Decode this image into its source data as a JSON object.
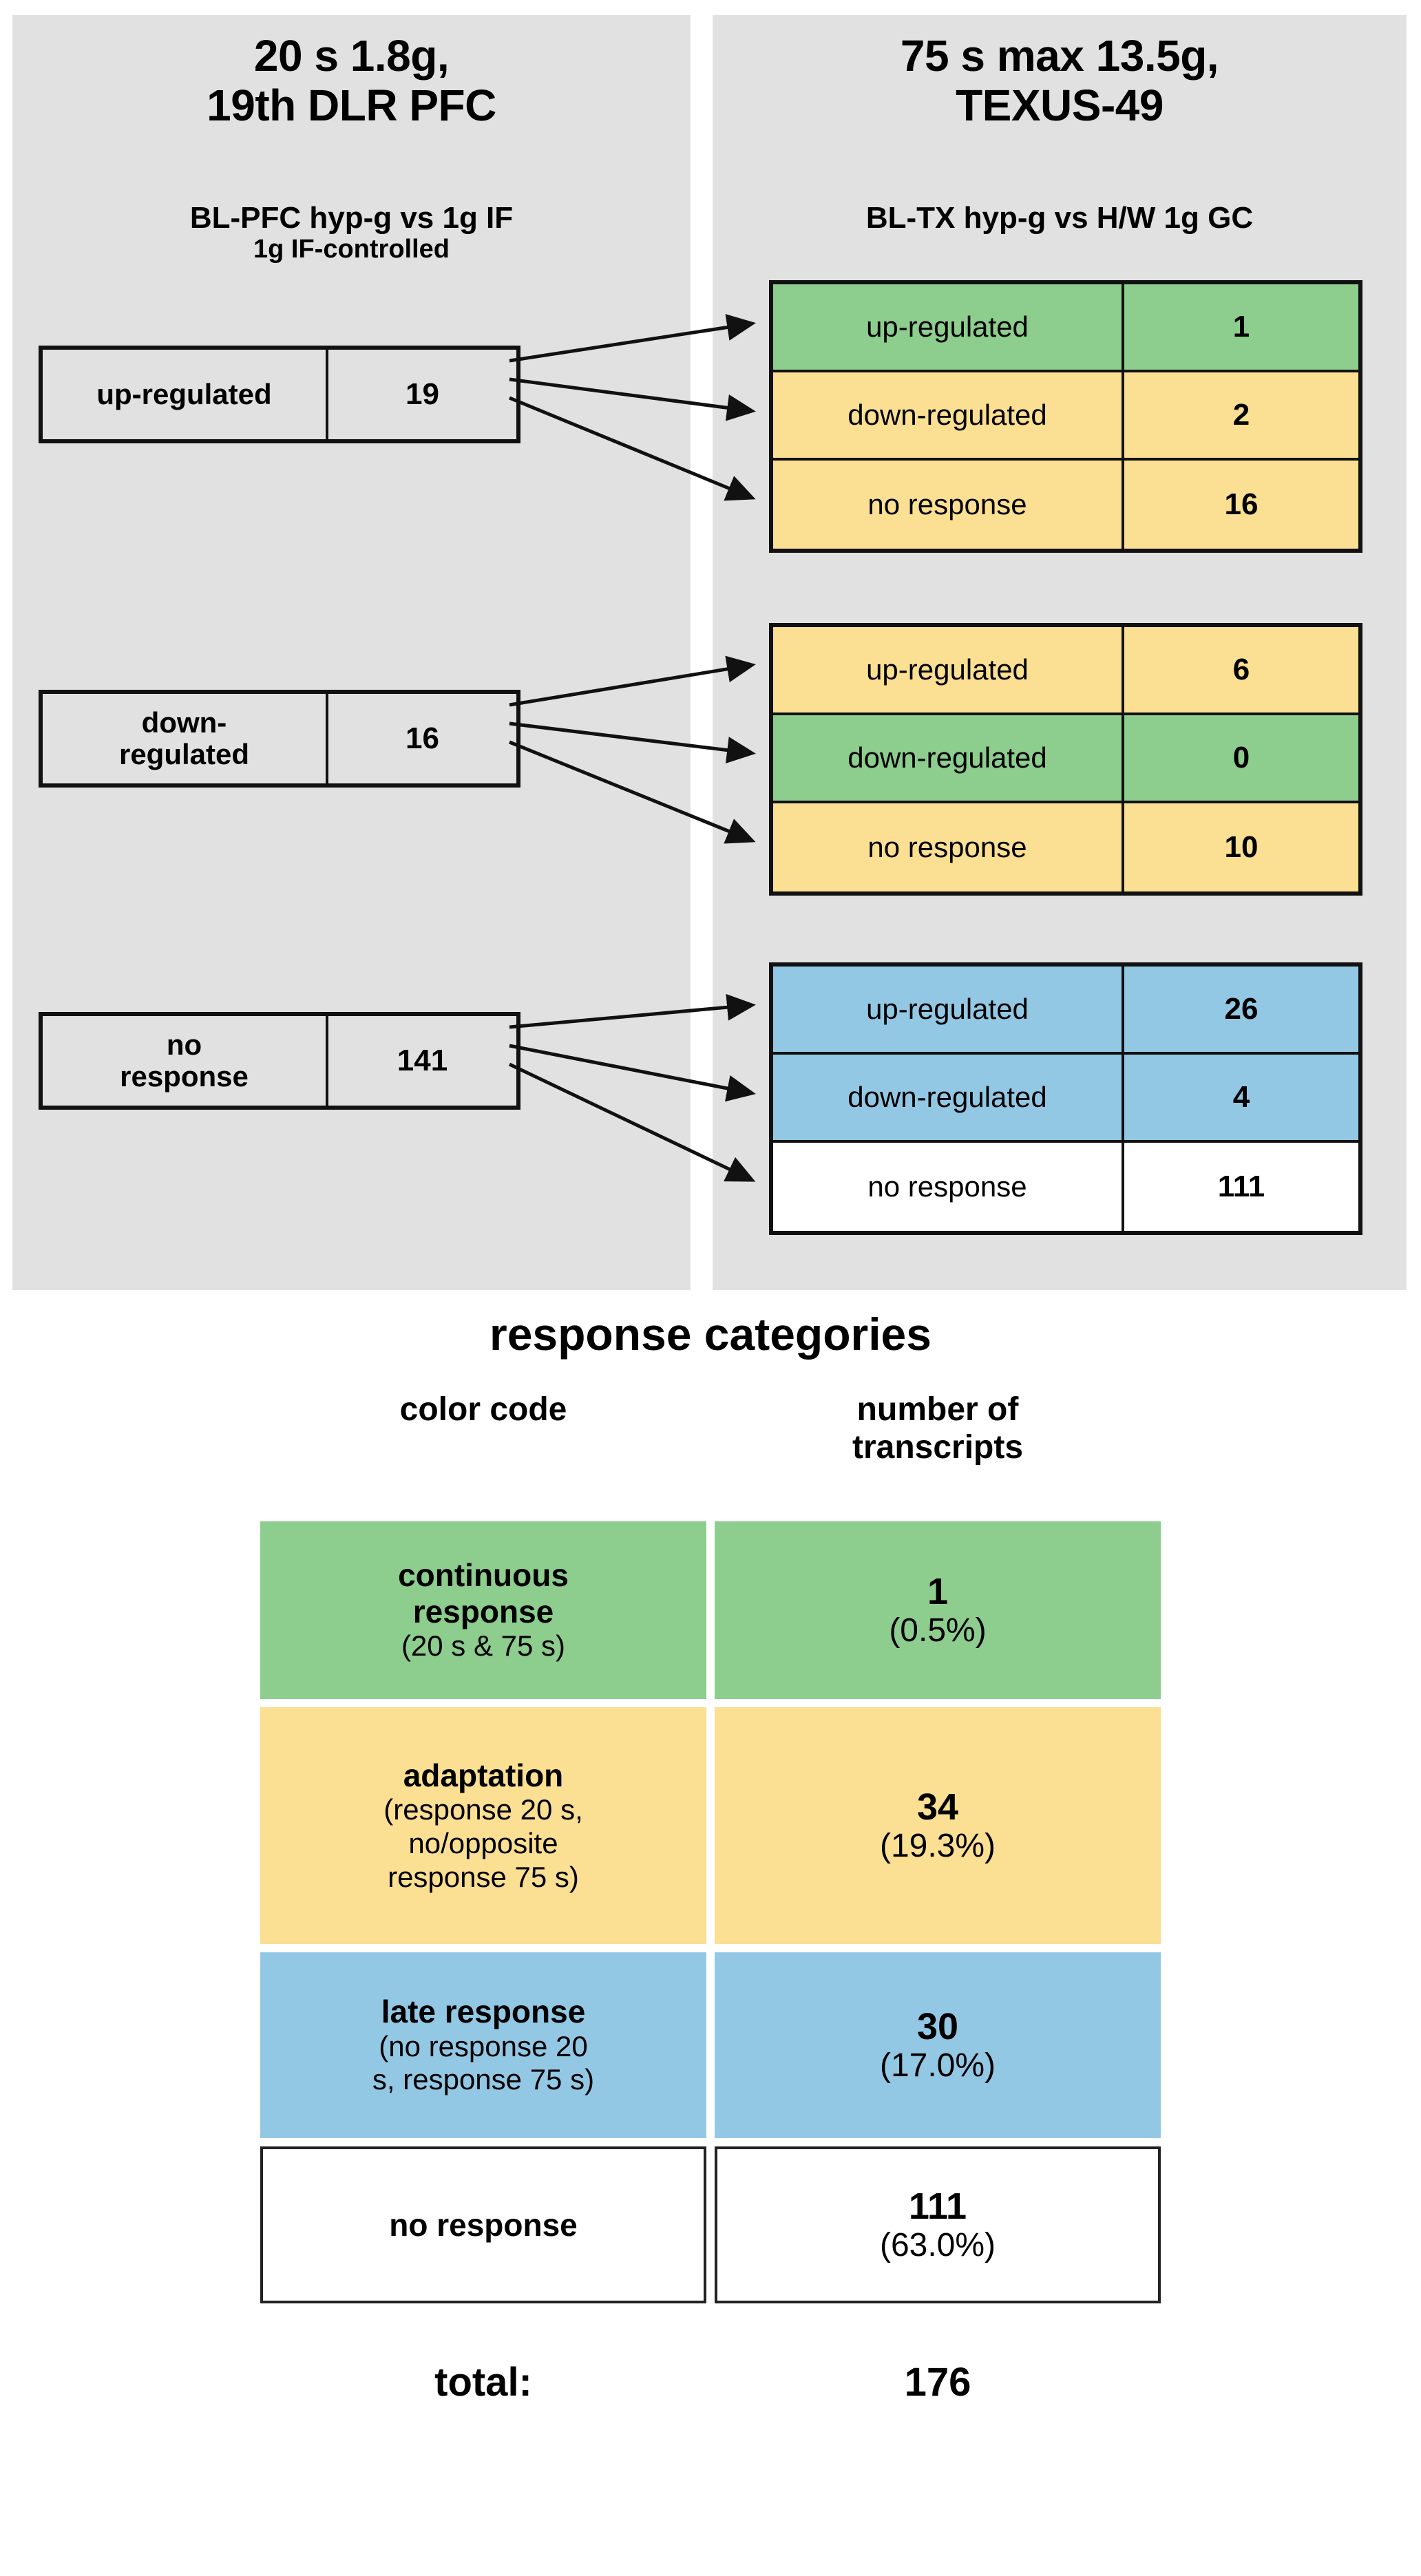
{
  "top": {
    "left_panel": {
      "title_line1": "20 s 1.8g,",
      "title_line2": "19th DLR PFC",
      "subtitle_line1": "BL-PFC hyp-g vs 1g IF",
      "subtitle_line2": "1g IF-controlled",
      "boxes": [
        {
          "label": "up-regulated",
          "count": "19"
        },
        {
          "label": "down-\nregulated",
          "count": "16"
        },
        {
          "label": "no\nresponse",
          "count": "141"
        }
      ]
    },
    "right_panel": {
      "title_line1": "75 s max 13.5g,",
      "title_line2": "TEXUS-49",
      "subtitle_line1": "BL-TX hyp-g vs H/W 1g GC",
      "groups": [
        {
          "rows": [
            {
              "label": "up-regulated",
              "value": "1",
              "color": "green"
            },
            {
              "label": "down-regulated",
              "value": "2",
              "color": "yellow"
            },
            {
              "label": "no response",
              "value": "16",
              "color": "yellow"
            }
          ]
        },
        {
          "rows": [
            {
              "label": "up-regulated",
              "value": "6",
              "color": "yellow"
            },
            {
              "label": "down-regulated",
              "value": "0",
              "color": "green"
            },
            {
              "label": "no response",
              "value": "10",
              "color": "yellow"
            }
          ]
        },
        {
          "rows": [
            {
              "label": "up-regulated",
              "value": "26",
              "color": "blue"
            },
            {
              "label": "down-regulated",
              "value": "4",
              "color": "blue"
            },
            {
              "label": "no response",
              "value": "111",
              "color": "white"
            }
          ]
        }
      ]
    }
  },
  "legend": {
    "title": "response categories",
    "header_color": "color code",
    "header_count_line1": "number of",
    "header_count_line2": "transcripts",
    "rows": [
      {
        "name": "continuous\nresponse",
        "desc": "(20 s & 75 s)",
        "number": "1",
        "percent": "(0.5%)",
        "color": "green"
      },
      {
        "name": "adaptation",
        "desc": "(response 20 s,\nno/opposite\nresponse 75 s)",
        "number": "34",
        "percent": "(19.3%)",
        "color": "yellow"
      },
      {
        "name": "late response",
        "desc": "(no response 20\ns, response 75 s)",
        "number": "30",
        "percent": "(17.0%)",
        "color": "blue"
      },
      {
        "name": "no response",
        "desc": "",
        "number": "111",
        "percent": "(63.0%)",
        "color": "white"
      }
    ],
    "total_label": "total:",
    "total_value": "176"
  },
  "colors": {
    "green": "#8dcd8d",
    "yellow": "#fbdf92",
    "blue": "#93c8e5",
    "white": "#ffffff",
    "panel_bg": "#e1e1e1",
    "border": "#111111"
  }
}
